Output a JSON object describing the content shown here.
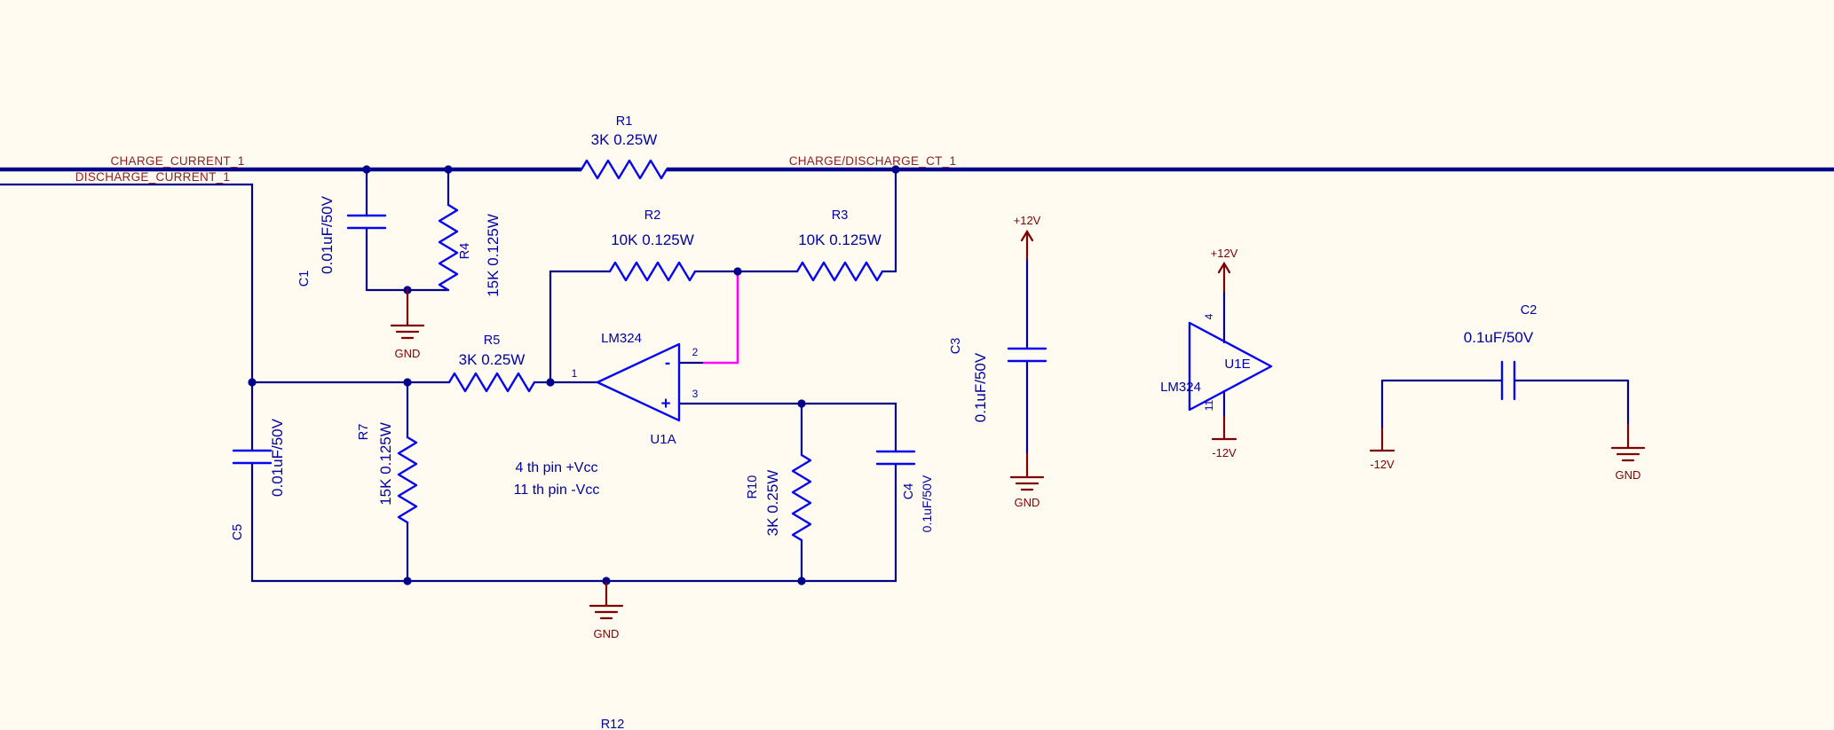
{
  "colors": {
    "background": "#FFFBF1",
    "wire": "#00008C",
    "symbol": "#0505F0",
    "component_text": "#0000A0",
    "power": "#7E0000",
    "net_label": "#8B2020",
    "highlight": "#FF00FF"
  },
  "net_labels": {
    "charge_current": "CHARGE_CURRENT_1",
    "discharge_current": "DISCHARGE_CURRENT_1",
    "charge_discharge_ct": "CHARGE/DISCHARGE_CT_1"
  },
  "components": {
    "R1": {
      "ref": "R1",
      "value": "3K 0.25W"
    },
    "R2": {
      "ref": "R2",
      "value": "10K 0.125W"
    },
    "R3": {
      "ref": "R3",
      "value": "10K 0.125W"
    },
    "R4": {
      "ref": "R4",
      "value": "15K 0.125W"
    },
    "R5": {
      "ref": "R5",
      "value": "3K 0.25W"
    },
    "R7": {
      "ref": "R7",
      "value": "15K 0.125W"
    },
    "R10": {
      "ref": "R10",
      "value": "3K 0.25W"
    },
    "R12": {
      "ref": "R12"
    },
    "C1": {
      "ref": "C1",
      "value": "0.01uF/50V"
    },
    "C2": {
      "ref": "C2",
      "value": "0.1uF/50V"
    },
    "C3": {
      "ref": "C3",
      "value": "0.1uF/50V"
    },
    "C4": {
      "ref": "C4",
      "value": "0.1uF/50V"
    },
    "C5": {
      "ref": "C5",
      "value": "0.01uF/50V"
    },
    "U1A": {
      "ref": "U1A",
      "part": "LM324",
      "pin_output": "1",
      "pin_inverting": "2",
      "pin_noninverting": "3",
      "inverting_sign": "-",
      "noninverting_sign": "+"
    },
    "U1E": {
      "ref": "U1E",
      "part": "LM324",
      "pin_vcc": "4",
      "pin_vee": "11"
    }
  },
  "power_symbols": {
    "plus12": "+12V",
    "minus12": "-12V",
    "gnd": "GND"
  },
  "notes": {
    "line1": "4 th pin +Vcc",
    "line2": "11 th pin -Vcc"
  }
}
